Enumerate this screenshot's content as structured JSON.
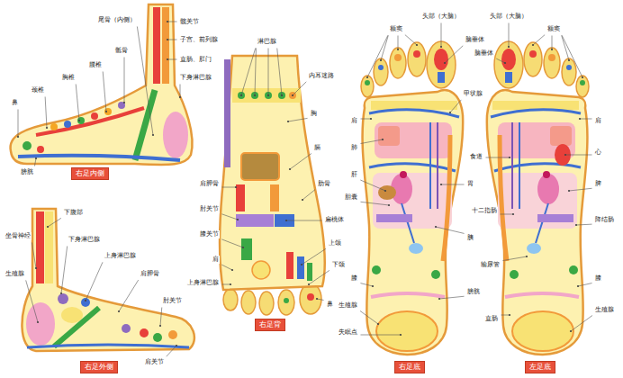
{
  "diagram": {
    "nodes": [
      {
        "text": [
          "右足内侧"
        ]
      },
      {
        "text": [
          "右足外侧"
        ]
      },
      {
        "text": [
          "右足背"
        ]
      },
      {
        "text": [
          "右足底"
        ]
      },
      {
        "text": [
          "左足底"
        ]
      }
    ],
    "labels": [
      "鼻",
      "颈椎",
      "胸椎",
      "腰椎",
      "骶骨",
      "尾骨（内侧）",
      "髋关节",
      "子宫、前列腺",
      "直肠、肛门",
      "下身淋巴腺",
      "膀胱",
      "下腹部",
      "坐骨神经",
      "下身淋巴腺",
      "上身淋巴腺",
      "肩胛骨",
      "生殖腺",
      "肘关节",
      "肩关节",
      "淋巴腺",
      "肩胛骨",
      "肘关节",
      "膝关节",
      "肩",
      "上身淋巴腺",
      "内耳迷路",
      "胸",
      "膈",
      "肋骨",
      "扁桃体",
      "上颌",
      "下颌",
      "鼻",
      "额窦",
      "头部（大脑）",
      "脑垂体",
      "肩",
      "肺",
      "肝",
      "胆囊",
      "膝",
      "生殖腺",
      "失眠点",
      "甲状腺",
      "胃",
      "胰",
      "膀胱",
      "额窦",
      "头部（大脑）",
      "脑垂体",
      "食道",
      "十二指肠",
      "输尿管",
      "直肠",
      "肩",
      "心",
      "脾",
      "降结肠",
      "膝",
      "生殖腺"
    ]
  }
}
